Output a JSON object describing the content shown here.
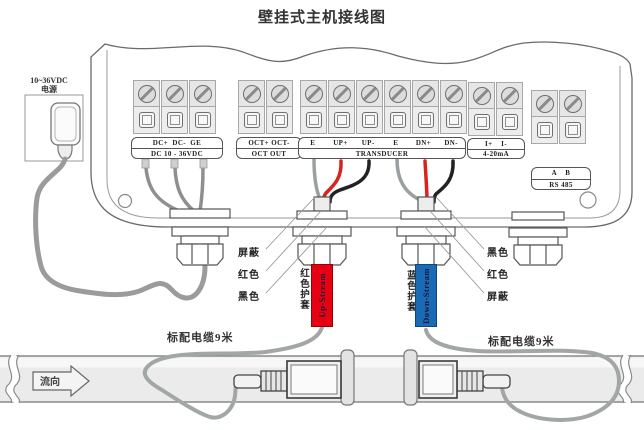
{
  "title": "壁挂式主机接线图",
  "power": {
    "label_line1": "10~36VDC",
    "label_line2": "电源"
  },
  "terminals": {
    "dc": {
      "row1": "DC+  DC-  GE",
      "row2": "DC 10 - 36VDC"
    },
    "oct": {
      "row1": "OCT+ OCT-",
      "row2": "OCT OUT"
    },
    "transducer": {
      "pins": [
        "E",
        "UP+",
        "UP-",
        "E",
        "DN+",
        "DN-"
      ],
      "row2": "TRANSDUCER"
    },
    "current": {
      "row1": "I+    I-",
      "row2": "4-20mA"
    },
    "rs485": {
      "row1": "A    B",
      "row2": "RS 485"
    }
  },
  "wire_labels": {
    "left": [
      "屏蔽",
      "红色",
      "黑色"
    ],
    "right": [
      "黑色",
      "红色",
      "屏蔽"
    ]
  },
  "sleeves": {
    "up": {
      "label": "红色护套",
      "text": "Up-Stream",
      "color": "#e60012"
    },
    "down": {
      "label": "蓝色护套",
      "text": "Down-Stream",
      "color": "#1b6ab5"
    }
  },
  "cables": {
    "left_label": "标配电缆9米",
    "right_label": "标配电缆9米"
  },
  "pipe": {
    "flow_label": "流向"
  },
  "colors": {
    "wire_shield": "#9aa0a2",
    "wire_red": "#d9231e",
    "wire_black": "#222222",
    "cable_gray": "#a2a6a6"
  }
}
